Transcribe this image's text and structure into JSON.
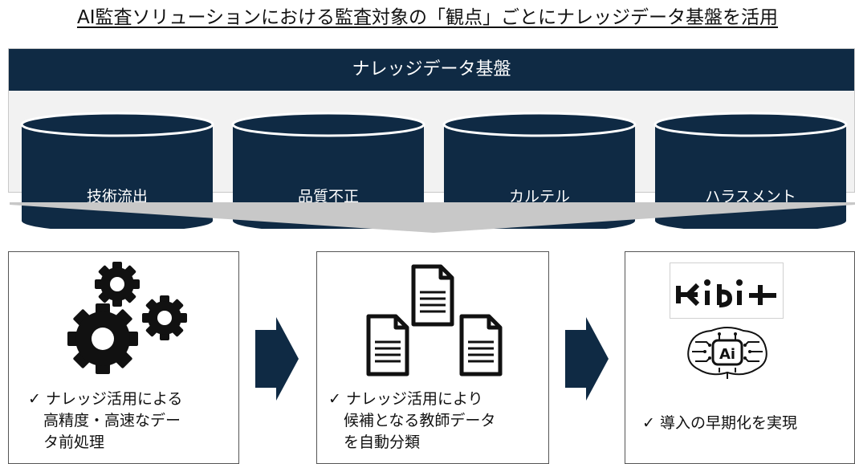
{
  "title": "AI監査ソリューションにおける監査対象の「観点」ごとにナレッジデータ基盤を活用",
  "knowledge_base": {
    "header": "ナレッジデータ基盤",
    "databases": [
      "技術流出",
      "品質不正",
      "カルテル",
      "ハラスメント"
    ]
  },
  "steps": [
    {
      "text_lines": [
        "✓ ナレッジ活用による",
        "　高精度・高速なデー",
        "　タ前処理"
      ],
      "icon": "gears-icon"
    },
    {
      "text_lines": [
        "✓ ナレッジ活用により",
        "　候補となる教師データ",
        "　を自動分類"
      ],
      "icon": "documents-icon"
    },
    {
      "text_lines": [
        "✓ 導入の早期化を実現"
      ],
      "icon": "ai-brain-icon",
      "logo": "KIBIT"
    }
  ],
  "colors": {
    "navy": "#0f2a44",
    "panel_gray": "#f2f2f2",
    "funnel_gray": "#c8c8c8"
  }
}
